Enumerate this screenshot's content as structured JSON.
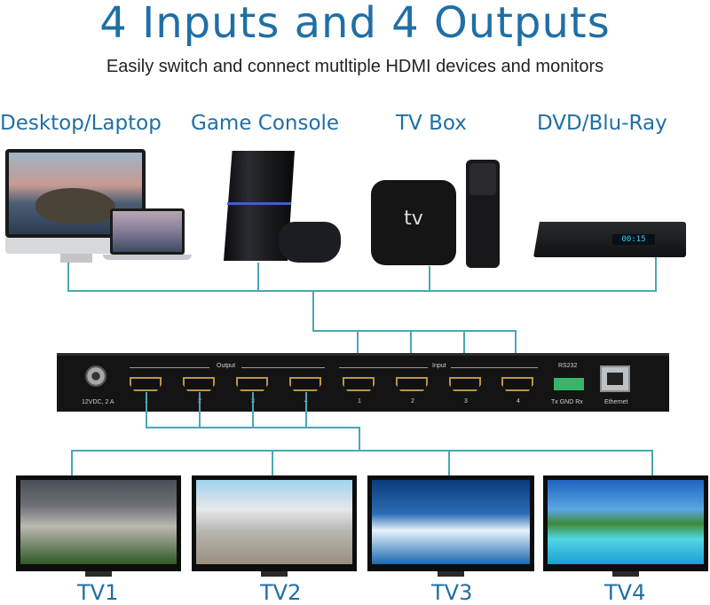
{
  "title": "4 Inputs and 4 Outputs",
  "subtitle": "Easily switch and connect mutltiple HDMI devices and monitors",
  "sources": [
    {
      "label": "Desktop/Laptop"
    },
    {
      "label": "Game Console"
    },
    {
      "label": "TV Box"
    },
    {
      "label": "DVD/Blu-Ray"
    }
  ],
  "tv_box_logo": "tv",
  "dvd_display": "00:15",
  "switch": {
    "power_label": "12VDC, 2 A",
    "output_label": "Output",
    "input_label": "Input",
    "outputs": [
      "1",
      "2",
      "3",
      "4"
    ],
    "inputs": [
      "1",
      "2",
      "3",
      "4"
    ],
    "rs232_label": "RS232",
    "rs232_pins": "Tx GND Rx",
    "ethernet_label": "Ethernet"
  },
  "displays": [
    {
      "label": "TV1"
    },
    {
      "label": "TV2"
    },
    {
      "label": "TV3"
    },
    {
      "label": "TV4"
    }
  ],
  "colors": {
    "accent": "#1f6fa5",
    "wire": "#4ba6b6",
    "device_body": "#141414"
  }
}
